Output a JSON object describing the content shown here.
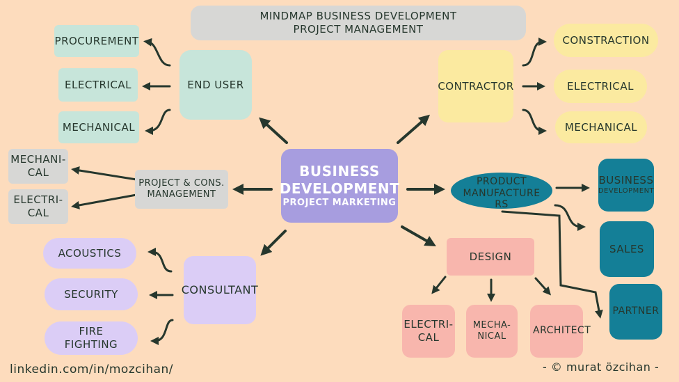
{
  "title": {
    "line1": "MINDMAP BUSINESS DEVELOPMENT",
    "line2": "PROJECT MANAGEMENT"
  },
  "center": {
    "line1": "BUSINESS",
    "line2": "DEVELOPMENT",
    "line3": "PROJECT MARKETING"
  },
  "end_user": {
    "label": "END USER",
    "children": [
      "PROCUREMENT",
      "ELECTRICAL",
      "MECHANICAL"
    ]
  },
  "project_cons": {
    "label": "PROJECT & CONS.\nMANAGEMENT",
    "children": [
      "MECHANI-\nCAL",
      "ELECTRI-\nCAL"
    ]
  },
  "consultant": {
    "label": "CONSULTANT",
    "children": [
      "ACOUSTICS",
      "SECURITY",
      "FIRE\nFIGHTING"
    ]
  },
  "contractor": {
    "label": "CONTRACTOR",
    "children": [
      "CONSTRACTION",
      "ELECTRICAL",
      "MECHANICAL"
    ]
  },
  "product": {
    "label": "PRODUCT\nMANUFACTURE\nRS",
    "children": [
      "BUSINESS",
      "DEVELOPMENT",
      "SALES",
      "PARTNER"
    ]
  },
  "design": {
    "label": "DESIGN",
    "children": [
      "ELECTRI-\nCAL",
      "MECHA-\nNICAL",
      "ARCHITECT"
    ]
  },
  "footer": {
    "link": "linkedin.com/in/mozcihan/",
    "credit": "- © murat özcihan -"
  },
  "colors": {
    "background": "#fddcbd",
    "center": "#a79ddf",
    "teal": "#147f97",
    "ink": "#26372d"
  }
}
